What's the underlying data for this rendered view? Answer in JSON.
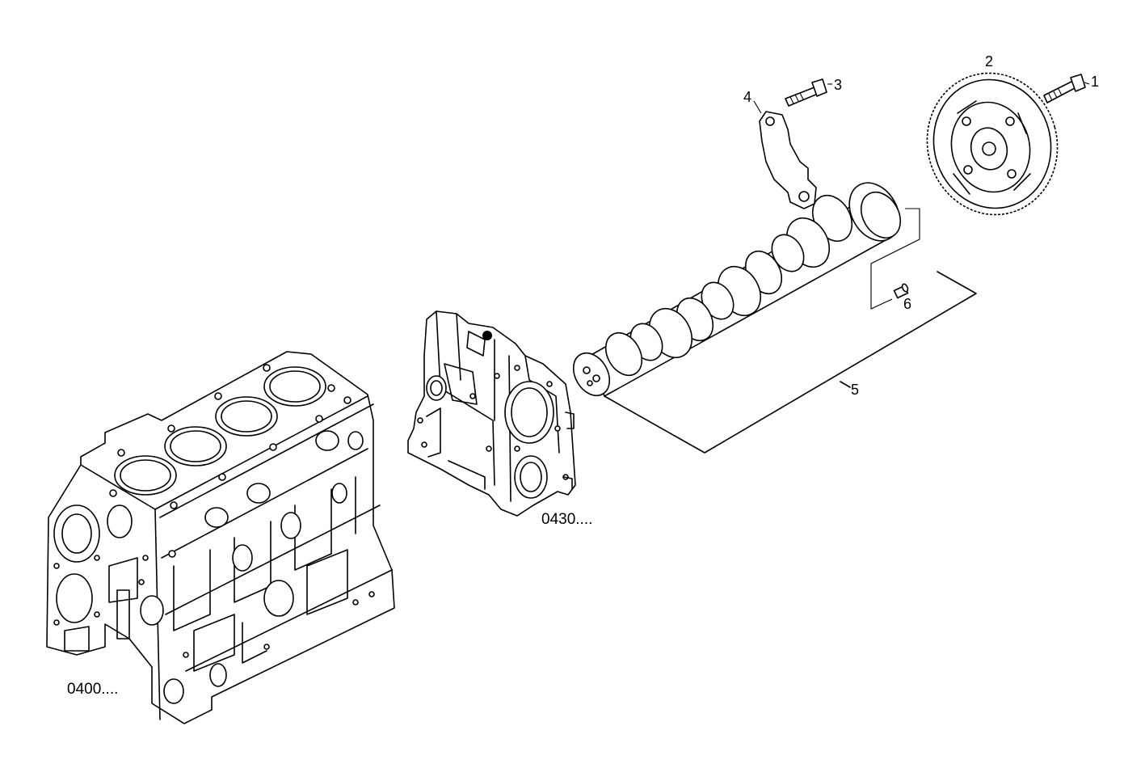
{
  "callouts": [
    {
      "id": "1",
      "text": "1"
    },
    {
      "id": "2",
      "text": "2"
    },
    {
      "id": "3",
      "text": "3"
    },
    {
      "id": "4",
      "text": "4"
    },
    {
      "id": "5",
      "text": "5"
    },
    {
      "id": "6",
      "text": "6"
    }
  ],
  "references": {
    "engine_block": "0400....",
    "timing_cover": "0430...."
  }
}
